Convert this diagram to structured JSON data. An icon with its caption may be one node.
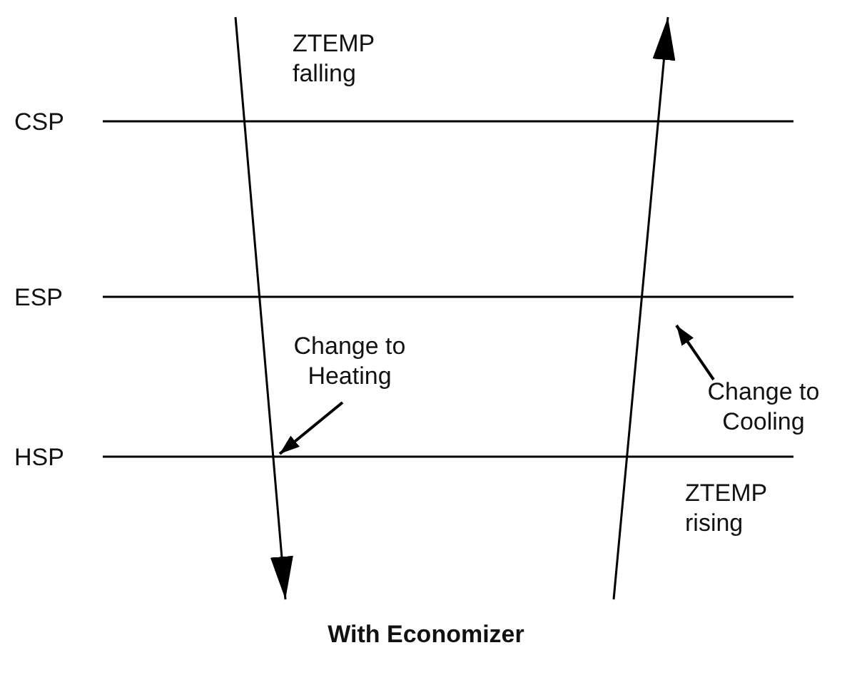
{
  "diagram": {
    "caption": "With Economizer",
    "nodes": [
      {
        "text": [
          "Change to Heating"
        ]
      },
      {
        "text": [
          "Change to Cooling"
        ]
      }
    ],
    "edges": [
      {
        "from": 0,
        "to": null,
        "arrow": "to"
      },
      {
        "from": 1,
        "to": null,
        "arrow": "to"
      }
    ],
    "labels": [
      "ZTEMP falling",
      "CSP",
      "ESP",
      "HSP",
      "ZTEMP rising"
    ]
  }
}
